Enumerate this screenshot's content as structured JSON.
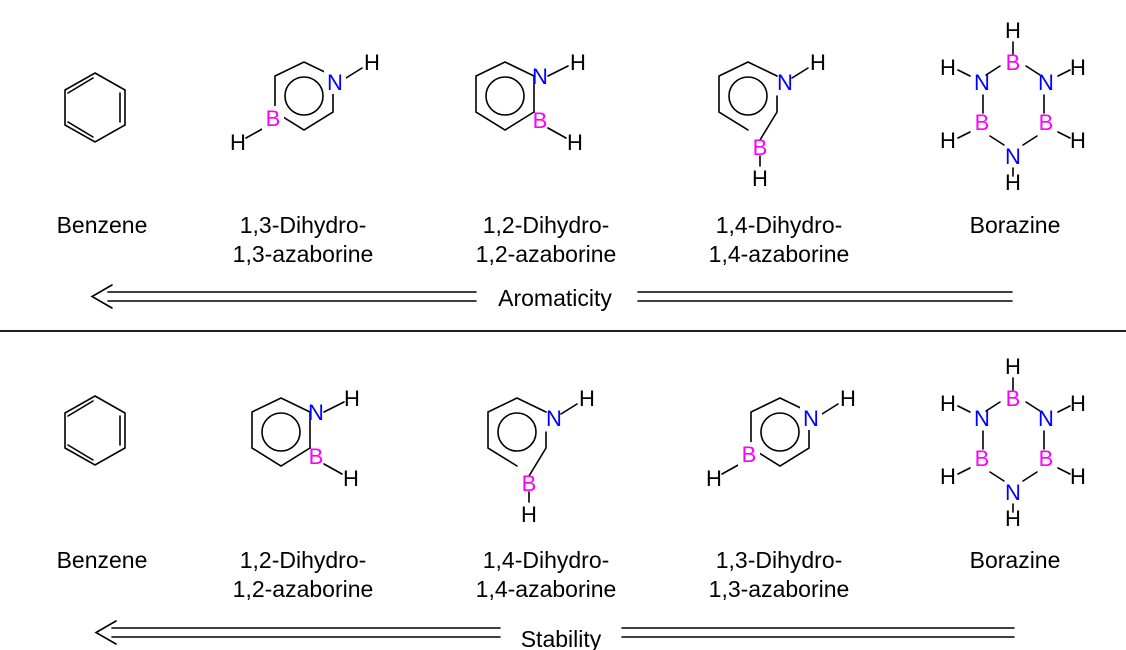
{
  "atoms": {
    "N": "N",
    "B": "B",
    "H": "H"
  },
  "colors": {
    "nitrogen": "#0000ff",
    "boron": "#ff00ff",
    "bond": "#000000",
    "text": "#000000"
  },
  "top_row": {
    "names": [
      [
        "Benzene"
      ],
      [
        "1,3-Dihydro-",
        "1,3-azaborine"
      ],
      [
        "1,2-Dihydro-",
        "1,2-azaborine"
      ],
      [
        "1,4-Dihydro-",
        "1,4-azaborine"
      ],
      [
        "Borazine"
      ]
    ],
    "trend_label": "Aromaticity"
  },
  "bottom_row": {
    "names": [
      [
        "Benzene"
      ],
      [
        "1,2-Dihydro-",
        "1,2-azaborine"
      ],
      [
        "1,4-Dihydro-",
        "1,4-azaborine"
      ],
      [
        "1,3-Dihydro-",
        "1,3-azaborine"
      ],
      [
        "Borazine"
      ]
    ],
    "trend_label": "Stability"
  }
}
